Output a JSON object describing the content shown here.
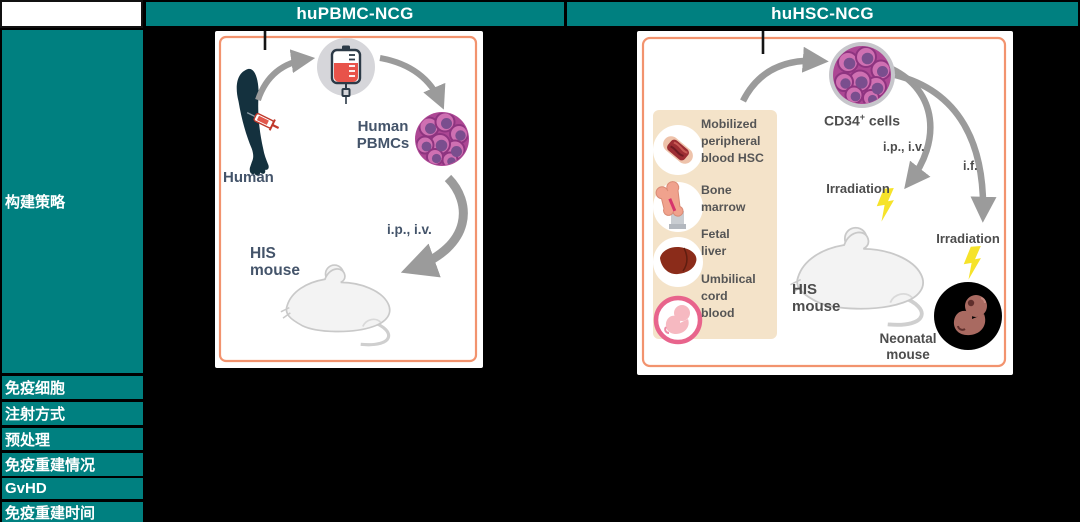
{
  "header": {
    "columns": [
      {
        "label": "huPBMC-NCG"
      },
      {
        "label": "huHSC-NCG"
      }
    ]
  },
  "sidebar": {
    "rows": [
      {
        "label": "构建策略"
      },
      {
        "label": "免疫细胞"
      },
      {
        "label": "注射方式"
      },
      {
        "label": "预处理"
      },
      {
        "label": "免疫重建情况"
      },
      {
        "label": "GvHD"
      },
      {
        "label": "免疫重建时间"
      }
    ]
  },
  "pbmc_panel": {
    "human_label": "Human",
    "cells_line1": "Human",
    "cells_line2": "PBMCs",
    "route": "i.p., i.v.",
    "mouse_line1": "HIS",
    "mouse_line2": "mouse"
  },
  "hsc_panel": {
    "legend_items": [
      {
        "icon": "mobilized-hsc-icon",
        "lines": [
          "Mobilized",
          "peripheral",
          "blood HSC"
        ]
      },
      {
        "icon": "bone-marrow-icon",
        "lines": [
          "Bone",
          "marrow"
        ]
      },
      {
        "icon": "fetal-liver-icon",
        "lines": [
          "Fetal",
          "liver"
        ]
      },
      {
        "icon": "umbilical-cord-icon",
        "lines": [
          "Umbilical",
          "cord",
          "blood"
        ]
      }
    ],
    "cd34_prefix": "CD34",
    "cd34_sup": "+",
    "cd34_suffix": "cells",
    "route_ipiv": "i.p., i.v.",
    "route_if": "i.f.",
    "irradiation1": "Irradiation",
    "irradiation2": "Irradiation",
    "his_line1": "HIS",
    "his_line2": "mouse",
    "neonatal_line1": "Neonatal",
    "neonatal_line2": "mouse"
  },
  "colors": {
    "teal": "#008080",
    "panel_border": "#F2936E",
    "arrow_gray": "#9B9B9B",
    "legend_bg": "#F4E3C9",
    "bolt_yellow": "#F6E32A",
    "cell_magenta": "#AD4794",
    "label_navy": "#44546A",
    "label_gray": "#4D4D4D"
  }
}
